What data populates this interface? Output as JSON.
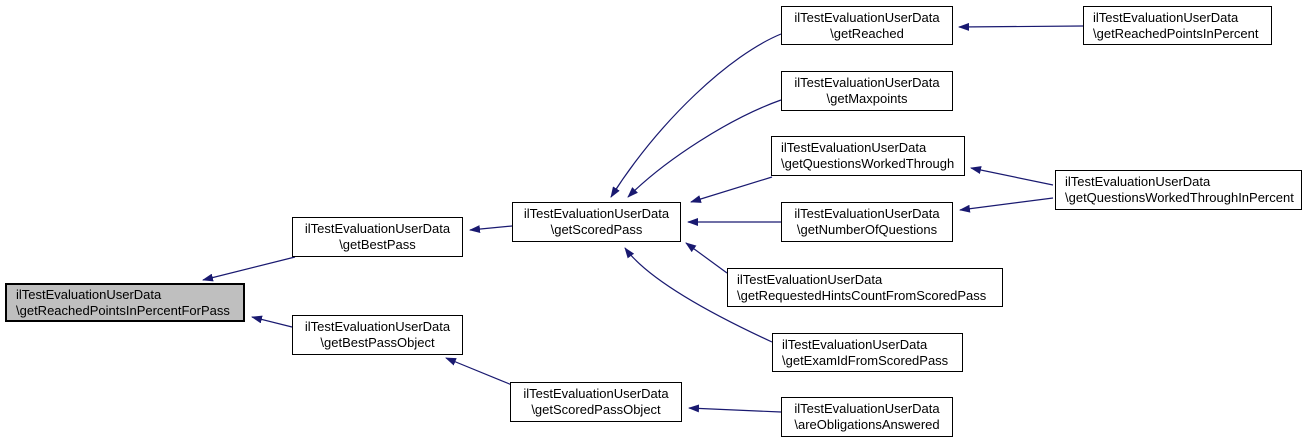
{
  "diagram": {
    "type": "caller-graph",
    "background_color": "#ffffff",
    "edge_color": "#191970",
    "node_fill": "#ffffff",
    "node_border_color": "#000000",
    "focus_node_fill": "#bfbfbf"
  },
  "nodes": [
    {
      "id": "getReachedPointsInPercentForPass",
      "line1": "ilTestEvaluationUserData",
      "line2": "\\getReachedPointsInPercentForPass",
      "focused": true
    },
    {
      "id": "getBestPass",
      "line1": "ilTestEvaluationUserData",
      "line2": "\\getBestPass",
      "focused": false
    },
    {
      "id": "getBestPassObject",
      "line1": "ilTestEvaluationUserData",
      "line2": "\\getBestPassObject",
      "focused": false
    },
    {
      "id": "getScoredPass",
      "line1": "ilTestEvaluationUserData",
      "line2": "\\getScoredPass",
      "focused": false
    },
    {
      "id": "getScoredPassObject",
      "line1": "ilTestEvaluationUserData",
      "line2": "\\getScoredPassObject",
      "focused": false
    },
    {
      "id": "getReached",
      "line1": "ilTestEvaluationUserData",
      "line2": "\\getReached",
      "focused": false
    },
    {
      "id": "getMaxpoints",
      "line1": "ilTestEvaluationUserData",
      "line2": "\\getMaxpoints",
      "focused": false
    },
    {
      "id": "getQuestionsWorkedThrough",
      "line1": "ilTestEvaluationUserData",
      "line2": "\\getQuestionsWorkedThrough",
      "focused": false
    },
    {
      "id": "getNumberOfQuestions",
      "line1": "ilTestEvaluationUserData",
      "line2": "\\getNumberOfQuestions",
      "focused": false
    },
    {
      "id": "getRequestedHintsCountFromScoredPass",
      "line1": "ilTestEvaluationUserData",
      "line2": "\\getRequestedHintsCountFromScoredPass",
      "focused": false
    },
    {
      "id": "getExamIdFromScoredPass",
      "line1": "ilTestEvaluationUserData",
      "line2": "\\getExamIdFromScoredPass",
      "focused": false
    },
    {
      "id": "areObligationsAnswered",
      "line1": "ilTestEvaluationUserData",
      "line2": "\\areObligationsAnswered",
      "focused": false
    },
    {
      "id": "getReachedPointsInPercent",
      "line1": "ilTestEvaluationUserData",
      "line2": "\\getReachedPointsInPercent",
      "focused": false
    },
    {
      "id": "getQuestionsWorkedThroughInPercent",
      "line1": "ilTestEvaluationUserData",
      "line2": "\\getQuestionsWorkedThroughInPercent",
      "focused": false
    }
  ],
  "edges": [
    {
      "from": "getBestPass",
      "to": "getReachedPointsInPercentForPass"
    },
    {
      "from": "getBestPassObject",
      "to": "getReachedPointsInPercentForPass"
    },
    {
      "from": "getScoredPass",
      "to": "getBestPass"
    },
    {
      "from": "getScoredPassObject",
      "to": "getBestPassObject"
    },
    {
      "from": "getReached",
      "to": "getScoredPass"
    },
    {
      "from": "getMaxpoints",
      "to": "getScoredPass"
    },
    {
      "from": "getQuestionsWorkedThrough",
      "to": "getScoredPass"
    },
    {
      "from": "getNumberOfQuestions",
      "to": "getScoredPass"
    },
    {
      "from": "getRequestedHintsCountFromScoredPass",
      "to": "getScoredPass"
    },
    {
      "from": "getExamIdFromScoredPass",
      "to": "getScoredPass"
    },
    {
      "from": "areObligationsAnswered",
      "to": "getScoredPassObject"
    },
    {
      "from": "getReachedPointsInPercent",
      "to": "getReached"
    },
    {
      "from": "getQuestionsWorkedThroughInPercent",
      "to": "getQuestionsWorkedThrough"
    },
    {
      "from": "getQuestionsWorkedThroughInPercent",
      "to": "getNumberOfQuestions"
    }
  ]
}
